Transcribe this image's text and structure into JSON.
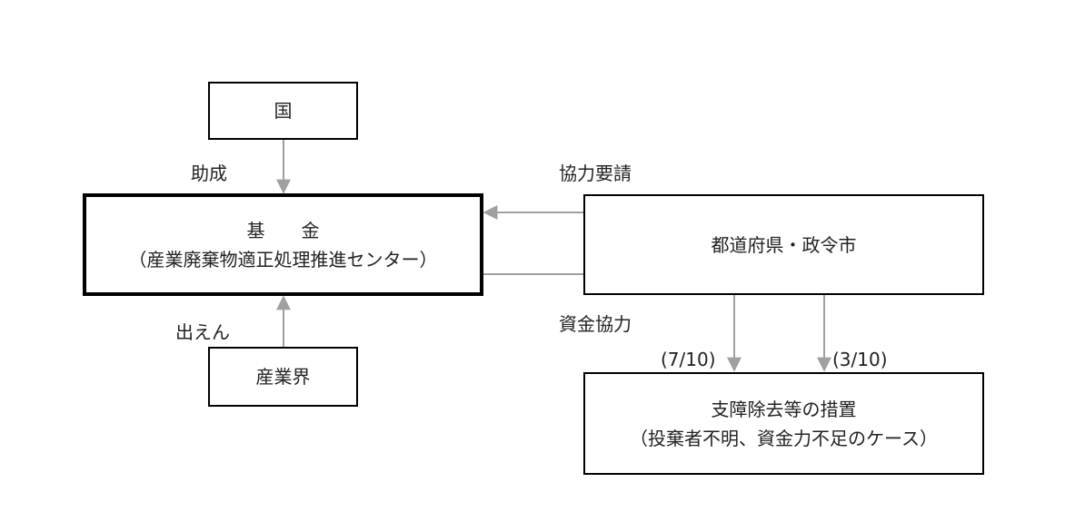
{
  "nodes": {
    "kuni": {
      "label": "国"
    },
    "kikin": {
      "title": "基　　金",
      "subtitle": "（産業廃棄物適正処理推進センター）"
    },
    "sangyokai": {
      "label": "産業界"
    },
    "todofuken": {
      "label": "都道府県・政令市"
    },
    "shishou": {
      "title": "支障除去等の措置",
      "subtitle": "（投棄者不明、資金力不足のケース）"
    }
  },
  "edges": {
    "josei": "助成",
    "shutsuen": "出えん",
    "kyoryoku_yosei": "協力要請",
    "shikin_kyoryoku": "資金協力",
    "share_kikin": "(7/10)",
    "share_todofuken": "(3/10)"
  },
  "colors": {
    "arrow": "#a0a0a0",
    "border": "#000000"
  }
}
